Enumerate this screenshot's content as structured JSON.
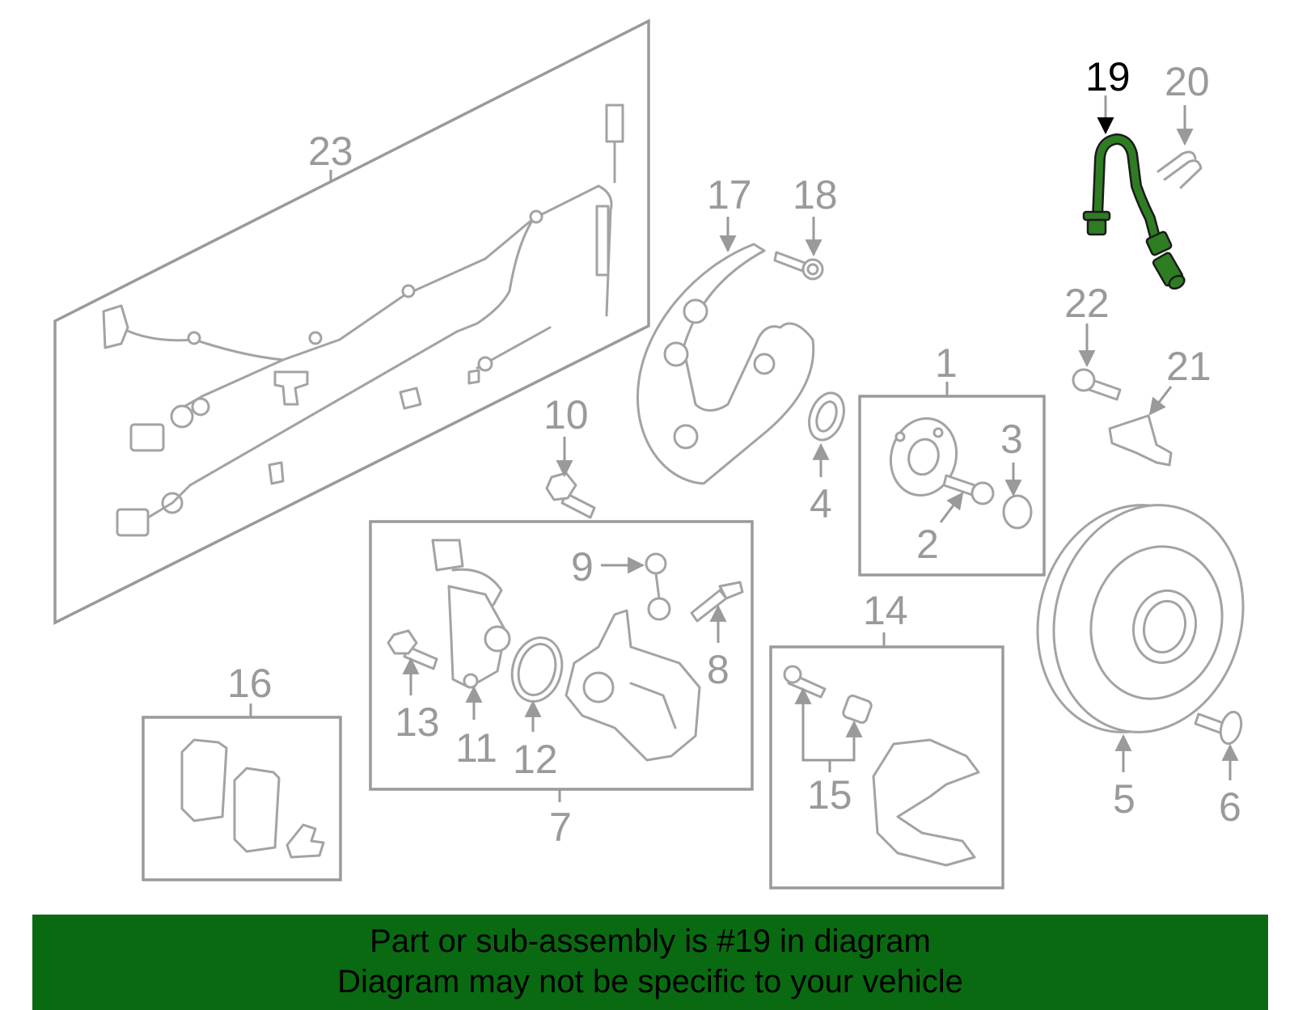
{
  "diagram": {
    "highlighted_part": "19",
    "callouts": [
      "1",
      "2",
      "3",
      "4",
      "5",
      "6",
      "7",
      "8",
      "9",
      "10",
      "11",
      "12",
      "13",
      "14",
      "15",
      "16",
      "17",
      "18",
      "19",
      "20",
      "21",
      "22",
      "23"
    ]
  },
  "banner": {
    "line1": "Part or sub-assembly is #19 in diagram",
    "line2": "Diagram may not be specific to your vehicle"
  },
  "colors": {
    "highlight": "#2e7d22",
    "banner": "#0a6a12",
    "linework": "#a3a3a3"
  }
}
